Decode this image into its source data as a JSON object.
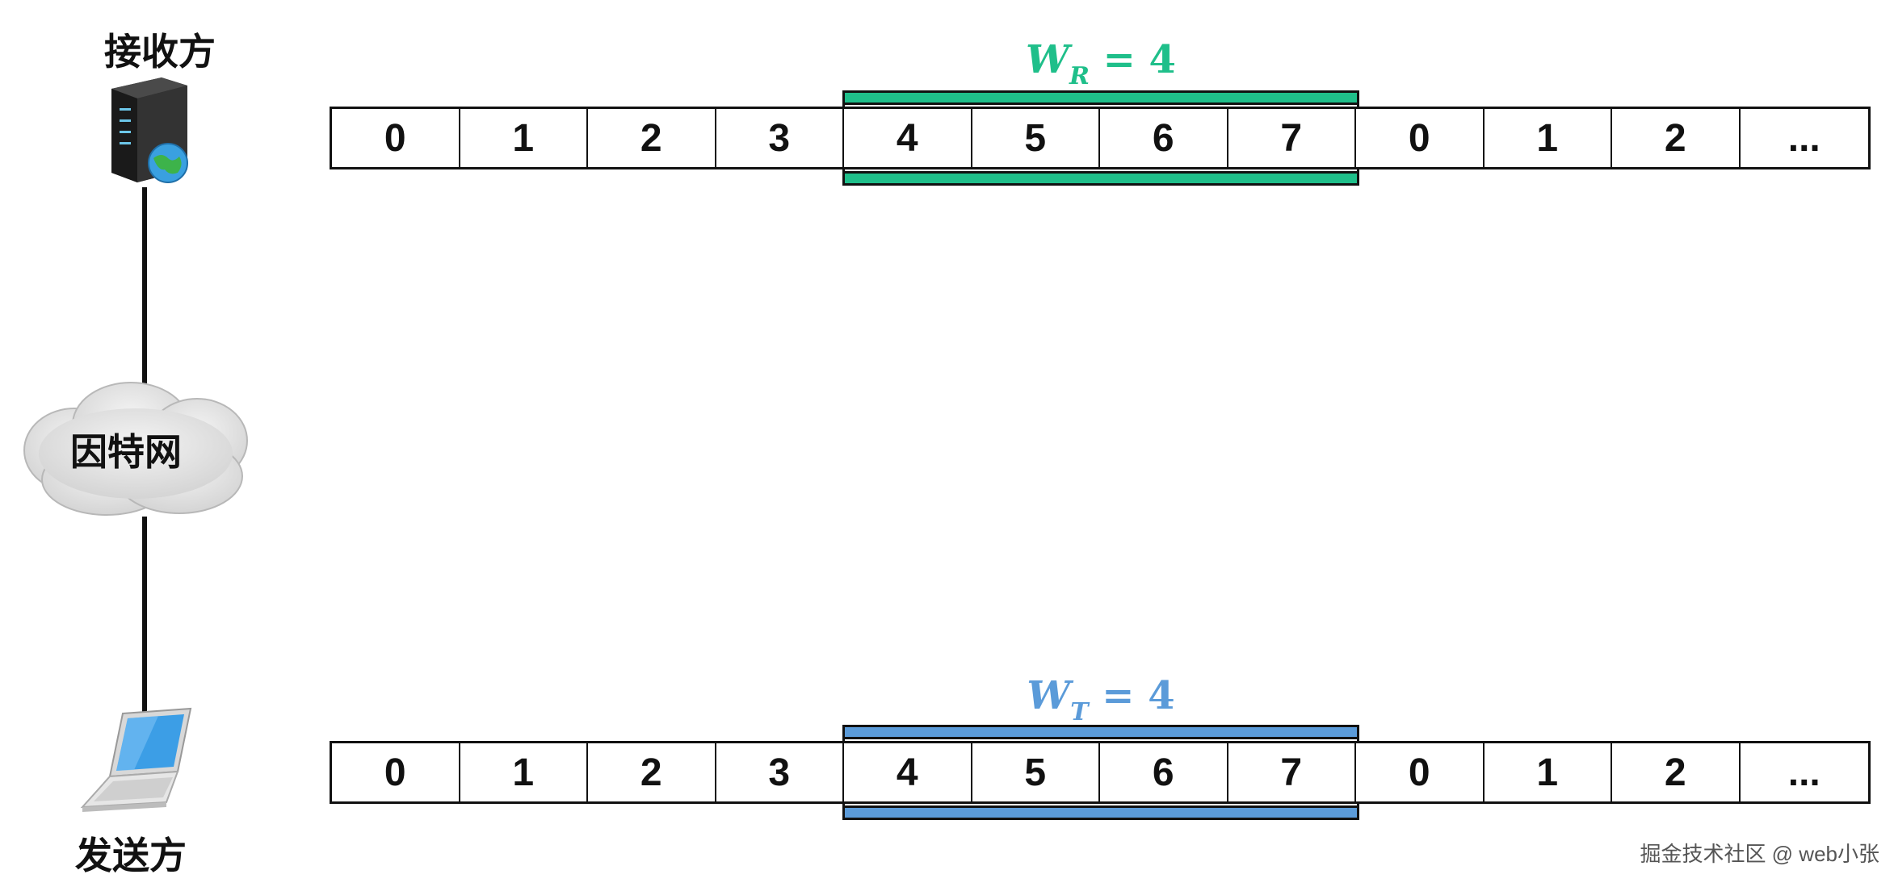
{
  "nodes": {
    "receiver": "接收方",
    "internet": "因特网",
    "sender": "发送方"
  },
  "receiver_window": {
    "symbol": "W",
    "subscript": "R",
    "equals": " = ",
    "value": "4",
    "color": "#1fbf8a"
  },
  "sender_window": {
    "symbol": "W",
    "subscript": "T",
    "equals": " = ",
    "value": "4",
    "color": "#5b9bd9"
  },
  "receiver_sequence": [
    "0",
    "1",
    "2",
    "3",
    "4",
    "5",
    "6",
    "7",
    "0",
    "1",
    "2",
    "..."
  ],
  "sender_sequence": [
    "0",
    "1",
    "2",
    "3",
    "4",
    "5",
    "6",
    "7",
    "0",
    "1",
    "2",
    "..."
  ],
  "watermark": "掘金技术社区 @ web小张"
}
